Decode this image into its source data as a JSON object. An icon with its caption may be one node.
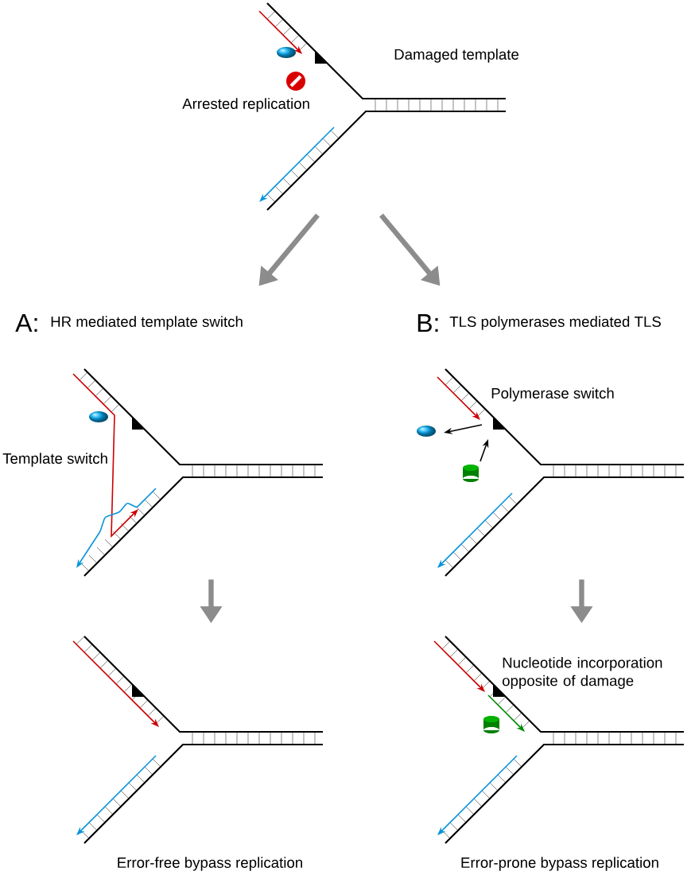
{
  "diagram": {
    "nodes": [
      {
        "text": [
          "Damaged template",
          "Arrested replication"
        ]
      },
      {
        "text": [
          "A:",
          "HR mediated template switch",
          "Template switch"
        ]
      },
      {
        "text": [
          "B:",
          "TLS polymerases mediated TLS",
          "Polymerase switch"
        ]
      },
      {
        "text": [
          "Error-free bypass replication"
        ]
      },
      {
        "text": [
          "Nucleotide incorporation opposite of damage",
          "Error-prone bypass replication"
        ]
      }
    ],
    "edges": [
      {
        "from": 0,
        "to": 1,
        "arrow": "to"
      },
      {
        "from": 0,
        "to": 2,
        "arrow": "to"
      },
      {
        "from": 1,
        "to": 3,
        "arrow": "to"
      },
      {
        "from": 2,
        "to": 4,
        "arrow": "to"
      }
    ]
  }
}
